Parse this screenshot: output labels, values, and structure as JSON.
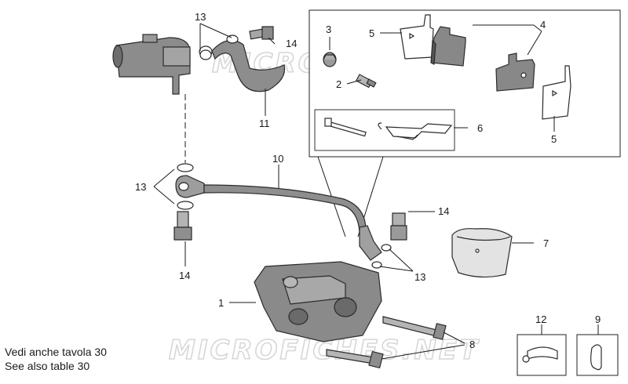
{
  "watermark": "MICROFICHES.NET",
  "note": {
    "line1": "Vedi anche tavola 30",
    "line2": "See also table 30"
  },
  "callouts": {
    "c1": "1",
    "c2": "2",
    "c3": "3",
    "c4": "4",
    "c5a": "5",
    "c5b": "5",
    "c6": "6",
    "c7": "7",
    "c8": "8",
    "c9": "9",
    "c10": "10",
    "c11": "11",
    "c12": "12",
    "c13a": "13",
    "c13b": "13",
    "c13c": "13",
    "c14a": "14",
    "c14b": "14",
    "c14c": "14"
  },
  "colors": {
    "part_fill": "#8e8e8e",
    "part_dark": "#6f6f6f",
    "part_light": "#b9b9b9",
    "line": "#1a1a1a"
  }
}
